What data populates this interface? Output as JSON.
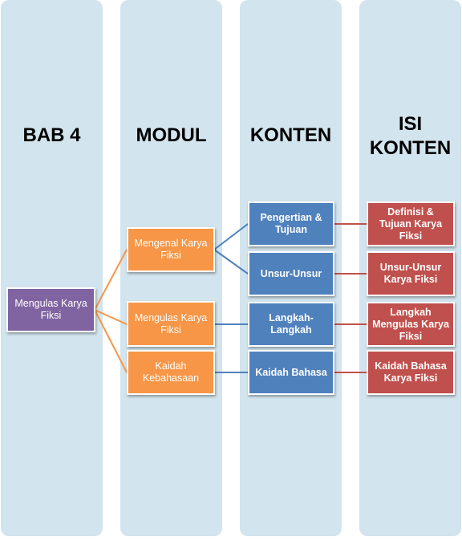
{
  "columns": {
    "bab": "BAB 4",
    "modul": "MODUL",
    "konten": "KONTEN",
    "isi": "ISI\nKONTEN"
  },
  "root": "Mengulas Karya Fiksi",
  "modul": [
    "Mengenal Karya Fiksi",
    "Mengulas Karya Fiksi",
    "Kaidah Kebahasaan"
  ],
  "konten": [
    "Pengertian & Tujuan",
    "Unsur-Unsur",
    "Langkah-Langkah",
    "Kaidah Bahasa"
  ],
  "isi": [
    "Definisi & Tujuan Karya Fiksi",
    "Unsur-Unsur Karya Fiksi",
    "Langkah Mengulas Karya Fiksi",
    "Kaidah Bahasa Karya Fiksi"
  ],
  "colors": {
    "column_bg": "#d2e4ed",
    "root": "#8064a2",
    "modul": "#f79646",
    "konten": "#4f81bd",
    "isi": "#c0504d"
  }
}
